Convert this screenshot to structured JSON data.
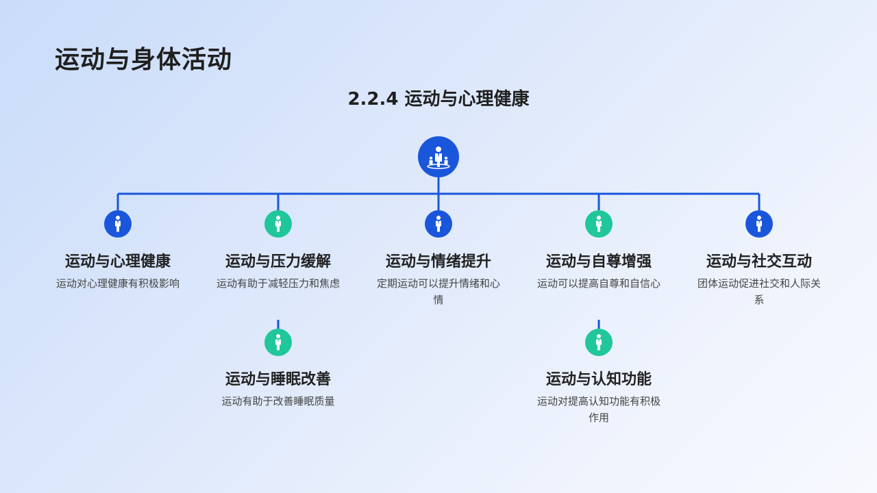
{
  "page_title": "运动与身体活动",
  "section_title": "2.2.4 运动与心理健康",
  "root": {
    "icon": "people-group-icon",
    "color": "#1a56db"
  },
  "nodes": [
    {
      "title": "运动与心理健康",
      "desc": "运动对心理健康有积极影响",
      "icon": "person-icon",
      "color": "#1a56db"
    },
    {
      "title": "运动与压力缓解",
      "desc": "运动有助于减轻压力和焦虑",
      "icon": "person-icon",
      "color": "#1fc79a"
    },
    {
      "title": "运动与情绪提升",
      "desc": "定期运动可以提升情绪和心情",
      "icon": "person-icon",
      "color": "#1a56db"
    },
    {
      "title": "运动与自尊增强",
      "desc": "运动可以提高自尊和自信心",
      "icon": "person-icon",
      "color": "#1fc79a"
    },
    {
      "title": "运动与社交互动",
      "desc": "团体运动促进社交和人际关系",
      "icon": "person-icon",
      "color": "#1a56db"
    }
  ],
  "sub_nodes": [
    {
      "parent": 1,
      "title": "运动与睡眠改善",
      "desc": "运动有助于改善睡眠质量",
      "icon": "person-icon",
      "color": "#1fc79a"
    },
    {
      "parent": 3,
      "title": "运动与认知功能",
      "desc": "运动对提高认知功能有积极作用",
      "icon": "person-icon",
      "color": "#1fc79a"
    }
  ]
}
